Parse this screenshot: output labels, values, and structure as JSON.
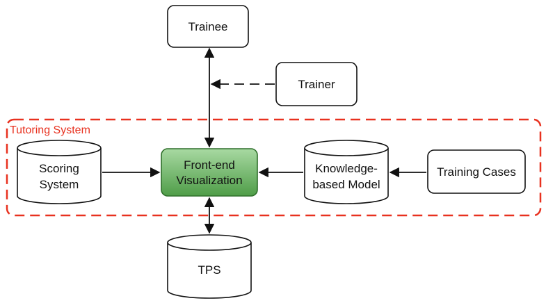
{
  "group": {
    "label": "Tutoring System",
    "color": "#e8311f"
  },
  "nodes": {
    "trainee": "Trainee",
    "trainer": "Trainer",
    "scoring": [
      "Scoring",
      "System"
    ],
    "frontend": [
      "Front-end",
      "Visualization"
    ],
    "knowledge": [
      "Knowledge-",
      "based Model"
    ],
    "training_cases": "Training Cases",
    "tps": "TPS"
  },
  "colors": {
    "frontend_fill_light": "#9fd39a",
    "frontend_fill_dark": "#4c9a45",
    "frontend_border": "#2f6f2b",
    "stroke": "#111111"
  }
}
